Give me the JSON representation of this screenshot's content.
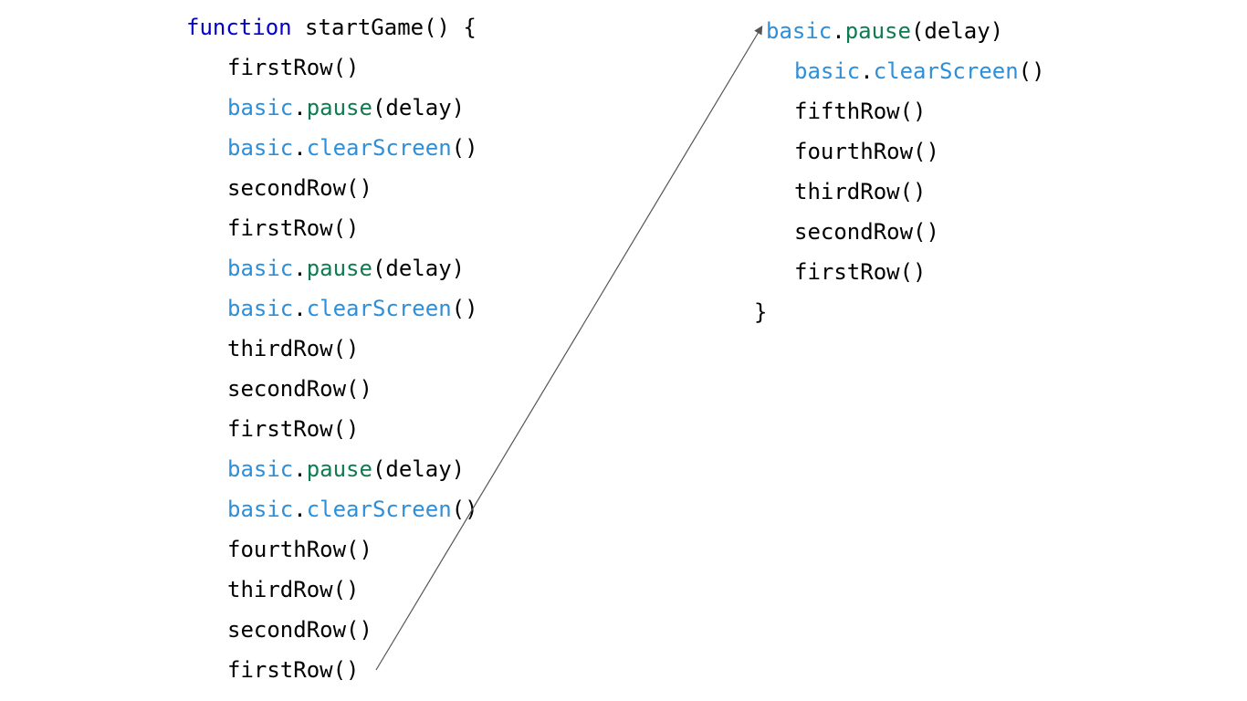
{
  "colors": {
    "keyword": "#0000cc",
    "namespace": "#2e8fd8",
    "pause_method": "#107a50",
    "clear_method": "#2e8fd8",
    "text": "#000000",
    "arrow": "#555555"
  },
  "left_code": {
    "header": {
      "keyword": "function",
      "signature": " startGame() {"
    },
    "lines": [
      {
        "type": "call",
        "text": "firstRow()"
      },
      {
        "type": "pause",
        "ns": "basic",
        "dot": ".",
        "method": "pause",
        "args": "(delay)"
      },
      {
        "type": "clear",
        "ns": "basic",
        "dot": ".",
        "method": "clearScreen",
        "args": "()"
      },
      {
        "type": "call",
        "text": "secondRow()"
      },
      {
        "type": "call",
        "text": "firstRow()"
      },
      {
        "type": "pause",
        "ns": "basic",
        "dot": ".",
        "method": "pause",
        "args": "(delay)"
      },
      {
        "type": "clear",
        "ns": "basic",
        "dot": ".",
        "method": "clearScreen",
        "args": "()"
      },
      {
        "type": "call",
        "text": "thirdRow()"
      },
      {
        "type": "call",
        "text": "secondRow()"
      },
      {
        "type": "call",
        "text": "firstRow()"
      },
      {
        "type": "pause",
        "ns": "basic",
        "dot": ".",
        "method": "pause",
        "args": "(delay)"
      },
      {
        "type": "clear",
        "ns": "basic",
        "dot": ".",
        "method": "clearScreen",
        "args": "()"
      },
      {
        "type": "call",
        "text": "fourthRow()"
      },
      {
        "type": "call",
        "text": "thirdRow()"
      },
      {
        "type": "call",
        "text": "secondRow()"
      },
      {
        "type": "call",
        "text": "firstRow()"
      }
    ]
  },
  "right_code": {
    "first_line": {
      "ns": "basic",
      "dot": ".",
      "method": "pause",
      "args": "(delay)"
    },
    "lines": [
      {
        "type": "clear",
        "ns": "basic",
        "dot": ".",
        "method": "clearScreen",
        "args": "()"
      },
      {
        "type": "call",
        "text": "fifthRow()"
      },
      {
        "type": "call",
        "text": "fourthRow()"
      },
      {
        "type": "call",
        "text": "thirdRow()"
      },
      {
        "type": "call",
        "text": "secondRow()"
      },
      {
        "type": "call",
        "text": "firstRow()"
      }
    ],
    "closing": "}"
  }
}
